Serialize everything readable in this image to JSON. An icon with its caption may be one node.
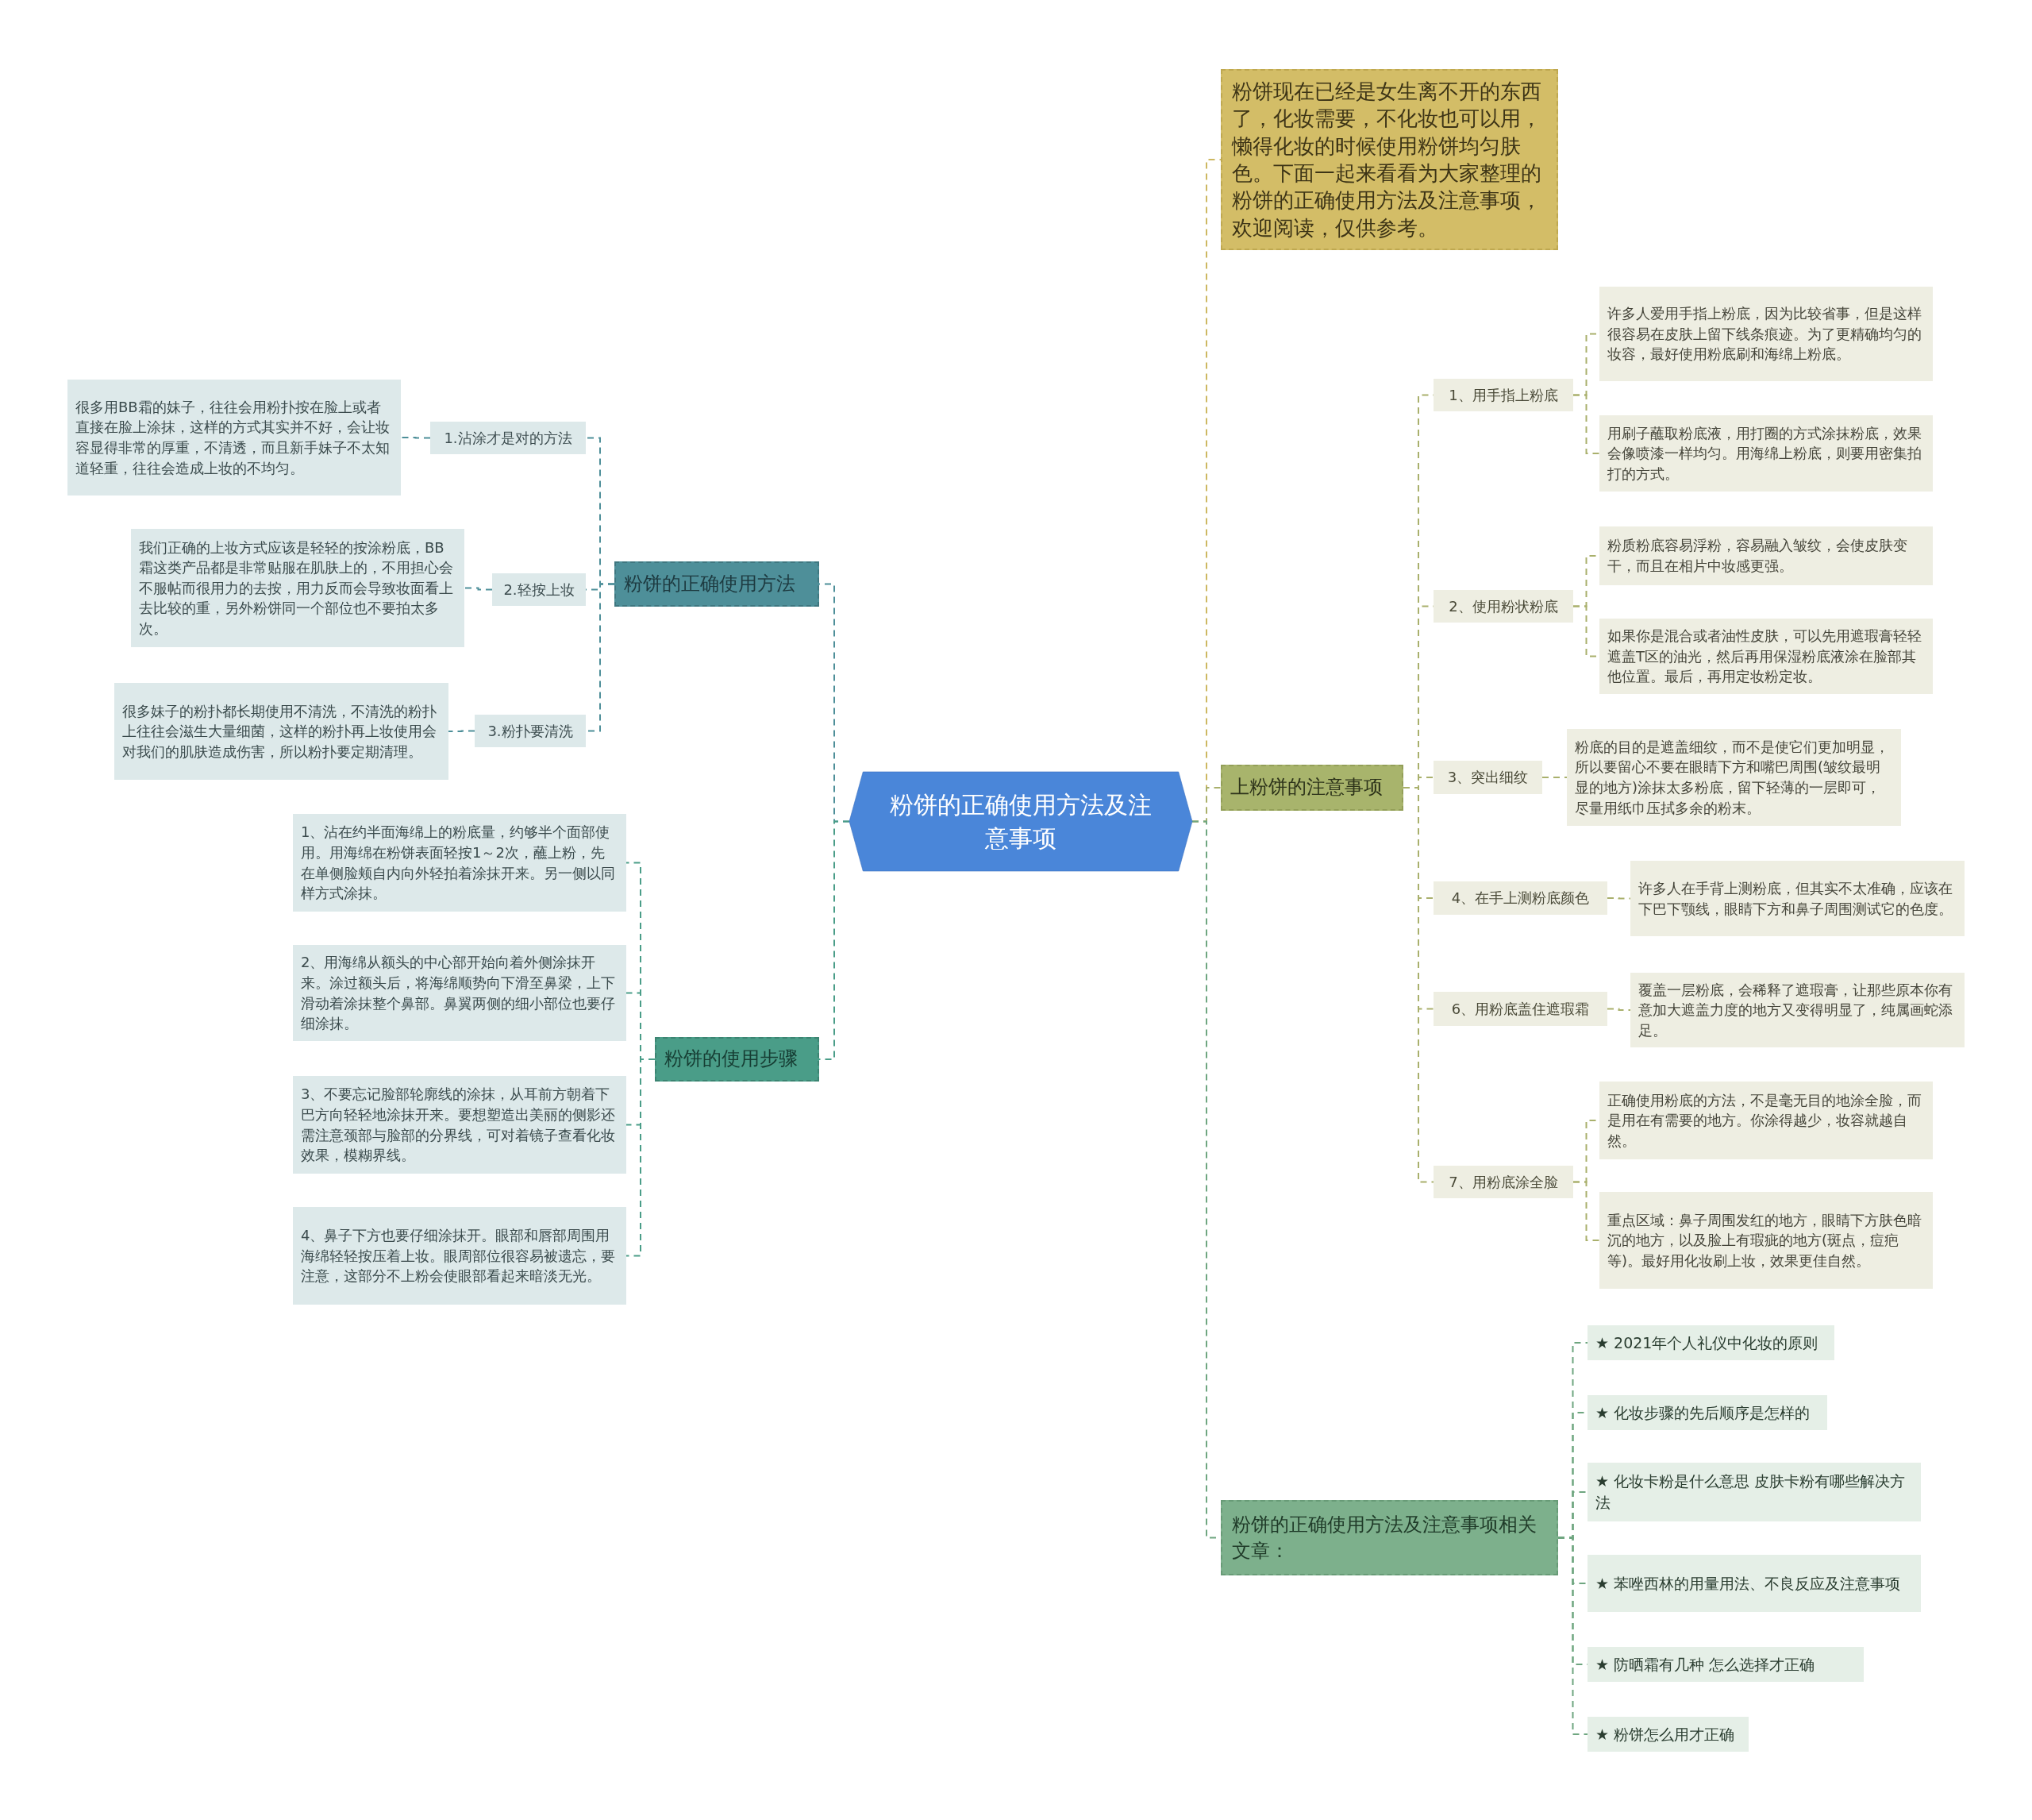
{
  "diagram": {
    "nodes": [
      {
        "text": [
          "粉饼的正确使用方法及注意事项"
        ]
      },
      {
        "text": [
          "粉饼的正确使用方法"
        ]
      },
      {
        "text": [
          "1.沾涂才是对的方法"
        ]
      },
      {
        "text": [
          "很多用BB霜的妹子，往往会用粉扑按在脸上或者直接在脸上涂抹，这样的方式其实并不好，会让妆容显得非常的厚重，不清透，而且新手妹子不太知道轻重，往往会造成上妆的不均匀。"
        ]
      },
      {
        "text": [
          "2.轻按上妆"
        ]
      },
      {
        "text": [
          "我们正确的上妆方式应该是轻轻的按涂粉底，BB霜这类产品都是非常贴服在肌肤上的，不用担心会不服帖而很用力的去按，用力反而会导致妆面看上去比较的重，另外粉饼同一个部位也不要拍太多次。"
        ]
      },
      {
        "text": [
          "3.粉扑要清洗"
        ]
      },
      {
        "text": [
          "很多妹子的粉扑都长期使用不清洗，不清洗的粉扑上往往会滋生大量细菌，这样的粉扑再上妆使用会对我们的肌肤造成伤害，所以粉扑要定期清理。"
        ]
      },
      {
        "text": [
          "粉饼的使用步骤"
        ]
      },
      {
        "text": [
          "1、沾在约半面海绵上的粉底量，约够半个面部使用。用海绵在粉饼表面轻按1～2次，蘸上粉，先在单侧脸颊自内向外轻拍着涂抹开来。另一侧以同样方式涂抹。"
        ]
      },
      {
        "text": [
          "2、用海绵从额头的中心部开始向着外侧涂抹开来。涂过额头后，将海绵顺势向下滑至鼻梁，上下滑动着涂抹整个鼻部。鼻翼两侧的细小部位也要仔细涂抹。"
        ]
      },
      {
        "text": [
          "3、不要忘记脸部轮廓线的涂抹，从耳前方朝着下巴方向轻轻地涂抹开来。要想塑造出美丽的侧影还需注意颈部与脸部的分界线，可对着镜子查看化妆效果，模糊界线。"
        ]
      },
      {
        "text": [
          "4、鼻子下方也要仔细涂抹开。眼部和唇部周围用海绵轻轻按压着上妆。眼周部位很容易被遗忘，要注意，这部分不上粉会使眼部看起来暗淡无光。"
        ]
      },
      {
        "text": [
          "粉饼现在已经是女生离不开的东西了，化妆需要，不化妆也可以用，懒得化妆的时候使用粉饼均匀肤色。下面一起来看看为大家整理的粉饼的正确使用方法及注意事项，欢迎阅读，仅供参考。"
        ]
      },
      {
        "text": [
          "上粉饼的注意事项"
        ]
      },
      {
        "text": [
          "1、用手指上粉底"
        ]
      },
      {
        "text": [
          "许多人爱用手指上粉底，因为比较省事，但是这样很容易在皮肤上留下线条痕迹。为了更精确均匀的妆容，最好使用粉底刷和海绵上粉底。"
        ]
      },
      {
        "text": [
          "用刷子蘸取粉底液，用打圈的方式涂抹粉底，效果会像喷漆一样均匀。用海绵上粉底，则要用密集拍打的方式。"
        ]
      },
      {
        "text": [
          "2、使用粉状粉底"
        ]
      },
      {
        "text": [
          "粉质粉底容易浮粉，容易融入皱纹，会使皮肤变干，而且在相片中妆感更强。"
        ]
      },
      {
        "text": [
          "如果你是混合或者油性皮肤，可以先用遮瑕膏轻轻遮盖T区的油光，然后再用保湿粉底液涂在脸部其他位置。最后，再用定妆粉定妆。"
        ]
      },
      {
        "text": [
          "3、突出细纹"
        ]
      },
      {
        "text": [
          "粉底的目的是遮盖细纹，而不是使它们更加明显，所以要留心不要在眼睛下方和嘴巴周围(皱纹最明显的地方)涂抹太多粉底，留下轻薄的一层即可，尽量用纸巾压拭多余的粉末。"
        ]
      },
      {
        "text": [
          "4、在手上测粉底颜色"
        ]
      },
      {
        "text": [
          "许多人在手背上测粉底，但其实不太准确，应该在下巴下颚线，眼睛下方和鼻子周围测试它的色度。"
        ]
      },
      {
        "text": [
          "6、用粉底盖住遮瑕霜"
        ]
      },
      {
        "text": [
          "覆盖一层粉底，会稀释了遮瑕膏，让那些原本你有意加大遮盖力度的地方又变得明显了，纯属画蛇添足。"
        ]
      },
      {
        "text": [
          "7、用粉底涂全脸"
        ]
      },
      {
        "text": [
          "正确使用粉底的方法，不是毫无目的地涂全脸，而是用在有需要的地方。你涂得越少，妆容就越自然。"
        ]
      },
      {
        "text": [
          "重点区域：鼻子周围发红的地方，眼睛下方肤色暗沉的地方，以及脸上有瑕疵的地方(斑点，痘疤等)。最好用化妆刷上妆，效果更佳自然。"
        ]
      },
      {
        "text": [
          "粉饼的正确使用方法及注意事项相关文章："
        ]
      },
      {
        "text": [
          "★ 2021年个人礼仪中化妆的原则"
        ]
      },
      {
        "text": [
          "★ 化妆步骤的先后顺序是怎样的"
        ]
      },
      {
        "text": [
          "★ 化妆卡粉是什么意思 皮肤卡粉有哪些解决方法"
        ]
      },
      {
        "text": [
          "★ 苯唑西林的用量用法、不良反应及注意事项"
        ]
      },
      {
        "text": [
          "★ 防晒霜有几种 怎么选择才正确"
        ]
      },
      {
        "text": [
          "★ 粉饼怎么用才正确"
        ]
      }
    ],
    "edges": [
      {
        "from": 0,
        "to": 1,
        "arrow": "none",
        "style": "dashed",
        "color": "#4e8f99"
      },
      {
        "from": 1,
        "to": 2,
        "arrow": "none",
        "style": "dashed",
        "color": "#4e8f99"
      },
      {
        "from": 2,
        "to": 3,
        "arrow": "none",
        "style": "dashed",
        "color": "#4e8f99"
      },
      {
        "from": 1,
        "to": 4,
        "arrow": "none",
        "style": "dashed",
        "color": "#4e8f99"
      },
      {
        "from": 4,
        "to": 5,
        "arrow": "none",
        "style": "dashed",
        "color": "#4e8f99"
      },
      {
        "from": 1,
        "to": 6,
        "arrow": "none",
        "style": "dashed",
        "color": "#4e8f99"
      },
      {
        "from": 6,
        "to": 7,
        "arrow": "none",
        "style": "dashed",
        "color": "#4e8f99"
      },
      {
        "from": 0,
        "to": 8,
        "arrow": "none",
        "style": "dashed",
        "color": "#4a9d88"
      },
      {
        "from": 8,
        "to": 9,
        "arrow": "none",
        "style": "dashed",
        "color": "#4a9d88"
      },
      {
        "from": 8,
        "to": 10,
        "arrow": "none",
        "style": "dashed",
        "color": "#4a9d88"
      },
      {
        "from": 8,
        "to": 11,
        "arrow": "none",
        "style": "dashed",
        "color": "#4a9d88"
      },
      {
        "from": 8,
        "to": 12,
        "arrow": "none",
        "style": "dashed",
        "color": "#4a9d88"
      },
      {
        "from": 0,
        "to": 13,
        "arrow": "none",
        "style": "dashed",
        "color": "#cdb862"
      },
      {
        "from": 0,
        "to": 14,
        "arrow": "none",
        "style": "dashed"
      },
      {
        "from": 14,
        "to": 15,
        "arrow": "none",
        "style": "dashed"
      },
      {
        "from": 15,
        "to": 16,
        "arrow": "none",
        "style": "dashed"
      },
      {
        "from": 15,
        "to": 17,
        "arrow": "none",
        "style": "dashed"
      },
      {
        "from": 14,
        "to": 18,
        "arrow": "none",
        "style": "dashed"
      },
      {
        "from": 18,
        "to": 19,
        "arrow": "none",
        "style": "dashed"
      },
      {
        "from": 18,
        "to": 20,
        "arrow": "none",
        "style": "dashed"
      },
      {
        "from": 14,
        "to": 21,
        "arrow": "none",
        "style": "dashed"
      },
      {
        "from": 21,
        "to": 22,
        "arrow": "none",
        "style": "dashed"
      },
      {
        "from": 14,
        "to": 23,
        "arrow": "none",
        "style": "dashed"
      },
      {
        "from": 23,
        "to": 24,
        "arrow": "none",
        "style": "dashed"
      },
      {
        "from": 14,
        "to": 25,
        "arrow": "none",
        "style": "dashed"
      },
      {
        "from": 25,
        "to": 26,
        "arrow": "none",
        "style": "dashed"
      },
      {
        "from": 14,
        "to": 27,
        "arrow": "none",
        "style": "dashed"
      },
      {
        "from": 27,
        "to": 28,
        "arrow": "none",
        "style": "dashed"
      },
      {
        "from": 27,
        "to": 29,
        "arrow": "none",
        "style": "dashed"
      },
      {
        "from": 0,
        "to": 30,
        "arrow": "none",
        "style": "dashed",
        "color": "#6fa680"
      },
      {
        "from": 30,
        "to": 31,
        "arrow": "none",
        "style": "dashed",
        "color": "#6fa680"
      },
      {
        "from": 30,
        "to": 32,
        "arrow": "none",
        "style": "dashed",
        "color": "#6fa680"
      },
      {
        "from": 30,
        "to": 33,
        "arrow": "none",
        "style": "dashed",
        "color": "#6fa680"
      },
      {
        "from": 30,
        "to": 34,
        "arrow": "none",
        "style": "dashed",
        "color": "#6fa680"
      },
      {
        "from": 30,
        "to": 35,
        "arrow": "none",
        "style": "dashed",
        "color": "#6fa680"
      },
      {
        "from": 30,
        "to": 36,
        "arrow": "none",
        "style": "dashed",
        "color": "#6fa680"
      }
    ]
  }
}
